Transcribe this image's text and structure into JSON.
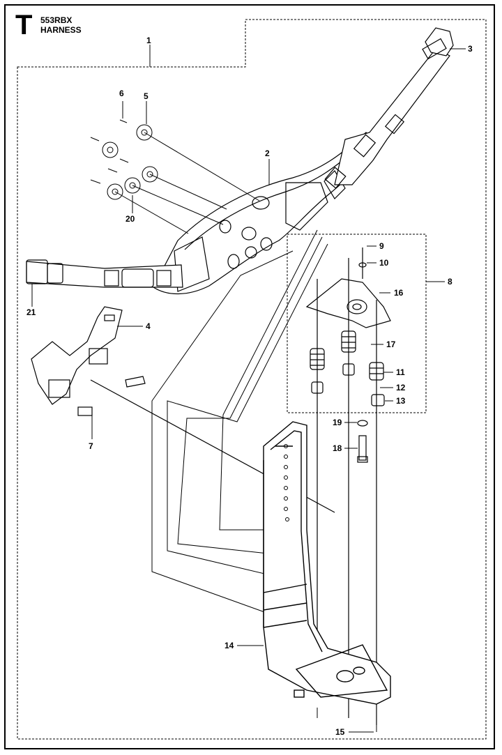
{
  "header": {
    "section_letter": "T",
    "model": "553RBX",
    "assembly": "HARNESS"
  },
  "callouts": [
    "1",
    "2",
    "3",
    "4",
    "5",
    "6",
    "7",
    "8",
    "9",
    "10",
    "11",
    "12",
    "13",
    "14",
    "15",
    "16",
    "17",
    "18",
    "19",
    "20",
    "21"
  ]
}
